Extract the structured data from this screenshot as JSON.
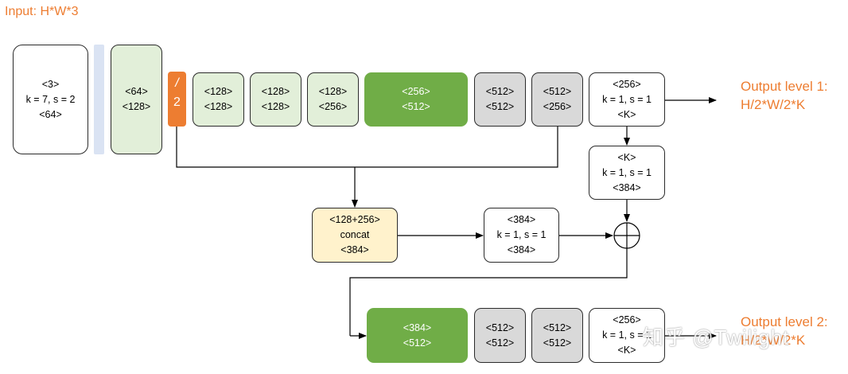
{
  "input_label": "Input: H*W*3",
  "blocks": {
    "stem": [
      "<3>",
      "k = 7, s = 2",
      "<64>"
    ],
    "b64": [
      "<64>",
      "<128>"
    ],
    "pool": [
      "/",
      "2"
    ],
    "b128a": [
      "<128>",
      "<128>"
    ],
    "b128b": [
      "<128>",
      "<128>"
    ],
    "b128c": [
      "<128>",
      "<256>"
    ],
    "b256": [
      "<256>",
      "<512>"
    ],
    "b512a": [
      "<512>",
      "<512>"
    ],
    "b512b": [
      "<512>",
      "<256>"
    ],
    "conv_out1": [
      "<256>",
      "k = 1, s = 1",
      "<K>"
    ],
    "conv_k": [
      "<K>",
      "k = 1, s = 1",
      "<384>"
    ],
    "concat": [
      "<128+256>",
      "concat",
      "<384>"
    ],
    "conv384": [
      "<384>",
      "k = 1, s = 1",
      "<384>"
    ],
    "b384": [
      "<384>",
      "<512>"
    ],
    "b512c": [
      "<512>",
      "<512>"
    ],
    "b512d": [
      "<512>",
      "<512>"
    ],
    "conv_out2": [
      "<256>",
      "k = 1, s = 1",
      "<K>"
    ]
  },
  "outputs": {
    "level1": [
      "Output level 1:",
      "H/2*W/2*K"
    ],
    "level2": [
      "Output level 2:",
      "H/2*W/2*K"
    ]
  },
  "watermark": "知乎 @Twilight",
  "colors": {
    "accent_text": "#ed7d31",
    "green": "#70ad47",
    "light_green": "#e2efd9",
    "gray": "#d9d9d9",
    "yellow": "#fff2cc",
    "blue_bar": "#dae3f3"
  }
}
